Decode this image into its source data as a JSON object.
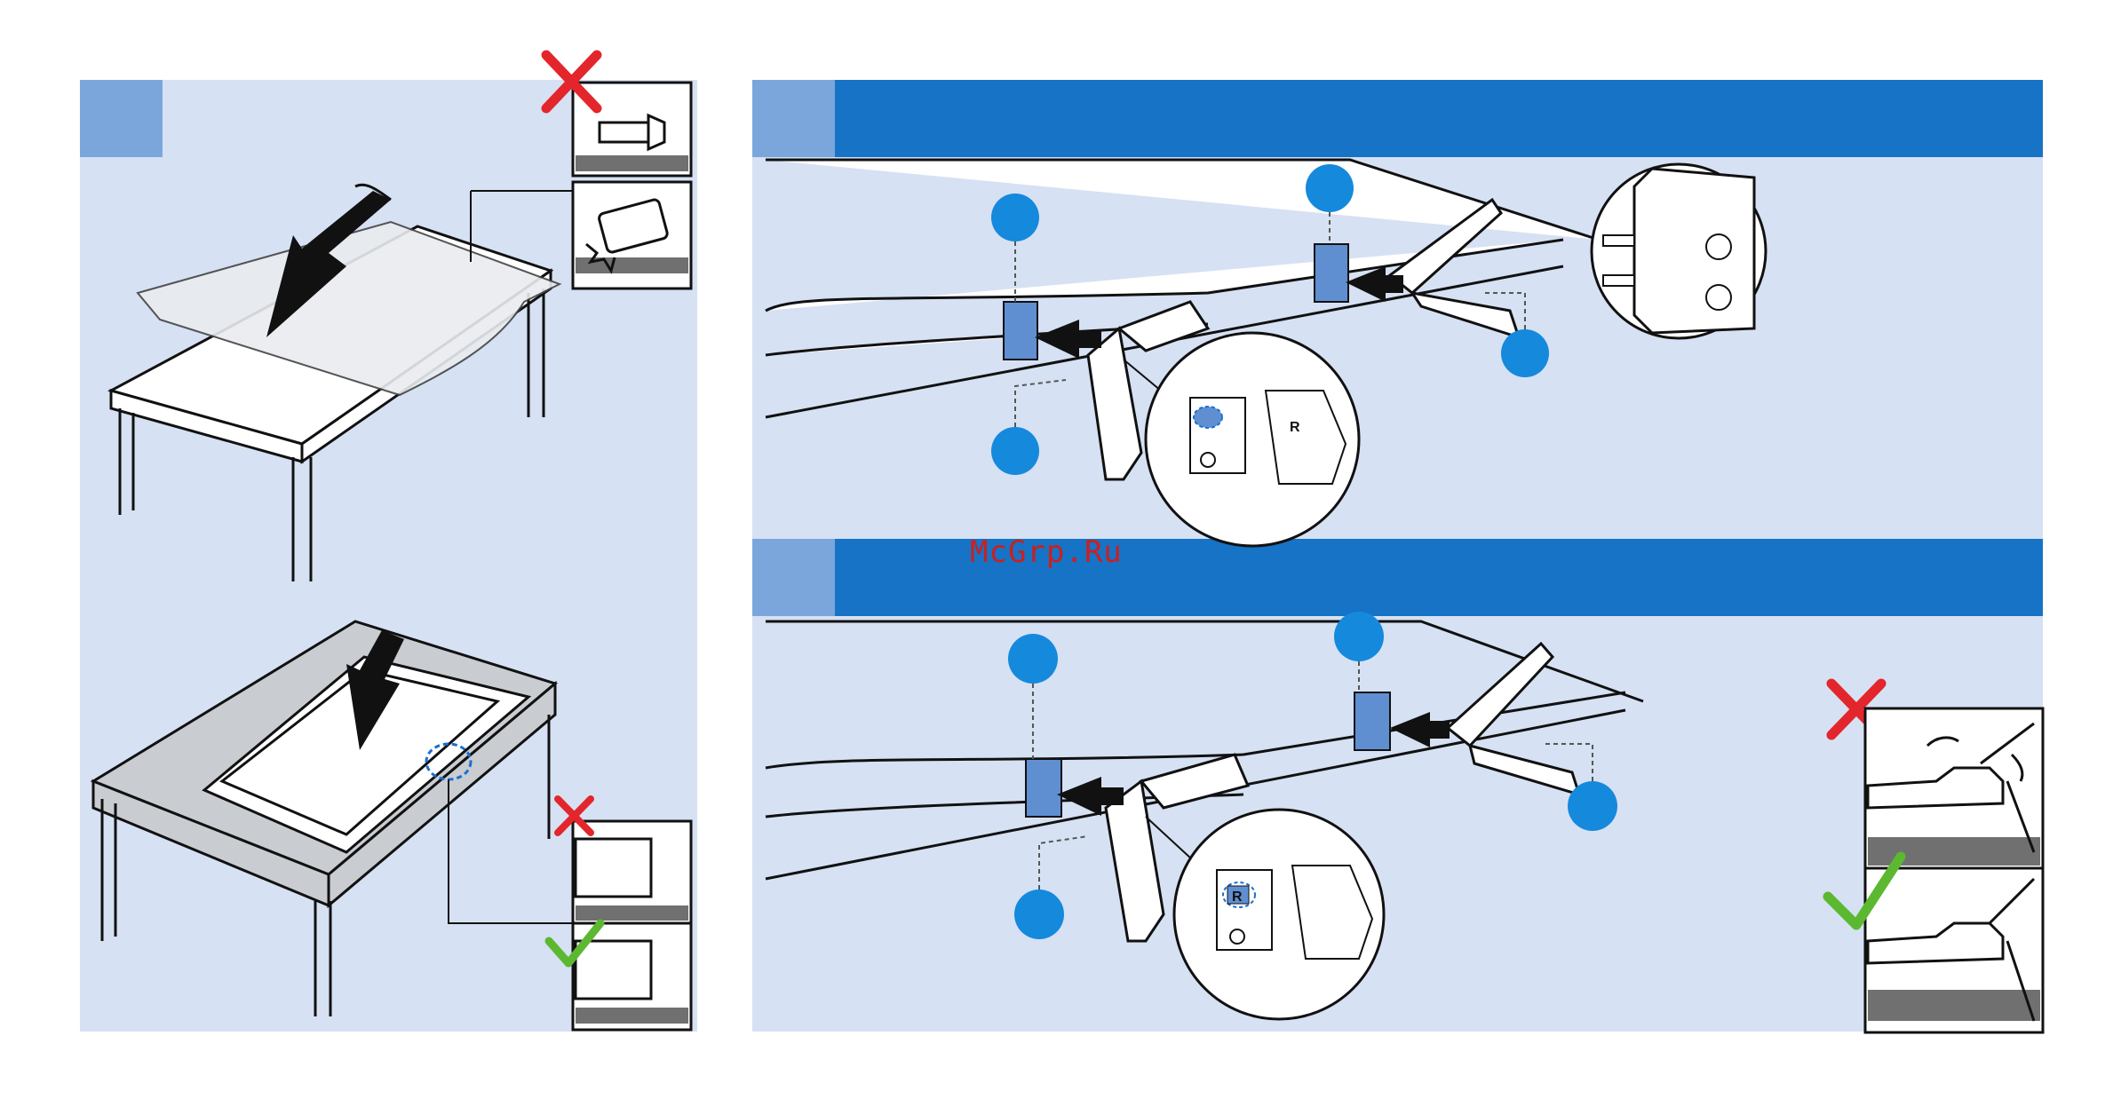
{
  "watermark": {
    "text": "McGrp.Ru"
  },
  "colors": {
    "panel_bg": "#d6e1f3",
    "step_box": "#7aa6dc",
    "band": "#1673c5",
    "callout_dot": "#1589dc",
    "bracket_plate": "#5f8fd1",
    "wrong_mark": "#e3262b",
    "right_mark": "#5cb830"
  },
  "icons": {
    "wrong": "cross-icon",
    "right": "check-icon",
    "arrow": "arrow-icon"
  },
  "illustrations": {
    "left_panel": [
      "soft-cloth-on-table",
      "tv-face-down-on-cloth",
      "screw-warning",
      "edge-damage-warning",
      "edge-alignment-wrong",
      "edge-alignment-right"
    ],
    "top_right": [
      "stand-left-attach",
      "stand-right-attach",
      "r-marker-zoom",
      "screw-studs-zoom"
    ],
    "bottom_right": [
      "stand-left-attach",
      "stand-right-attach",
      "r-marker-zoom",
      "stand-wobble-wrong",
      "stand-flush-right"
    ]
  },
  "bracket_labels": {
    "r": "R"
  }
}
